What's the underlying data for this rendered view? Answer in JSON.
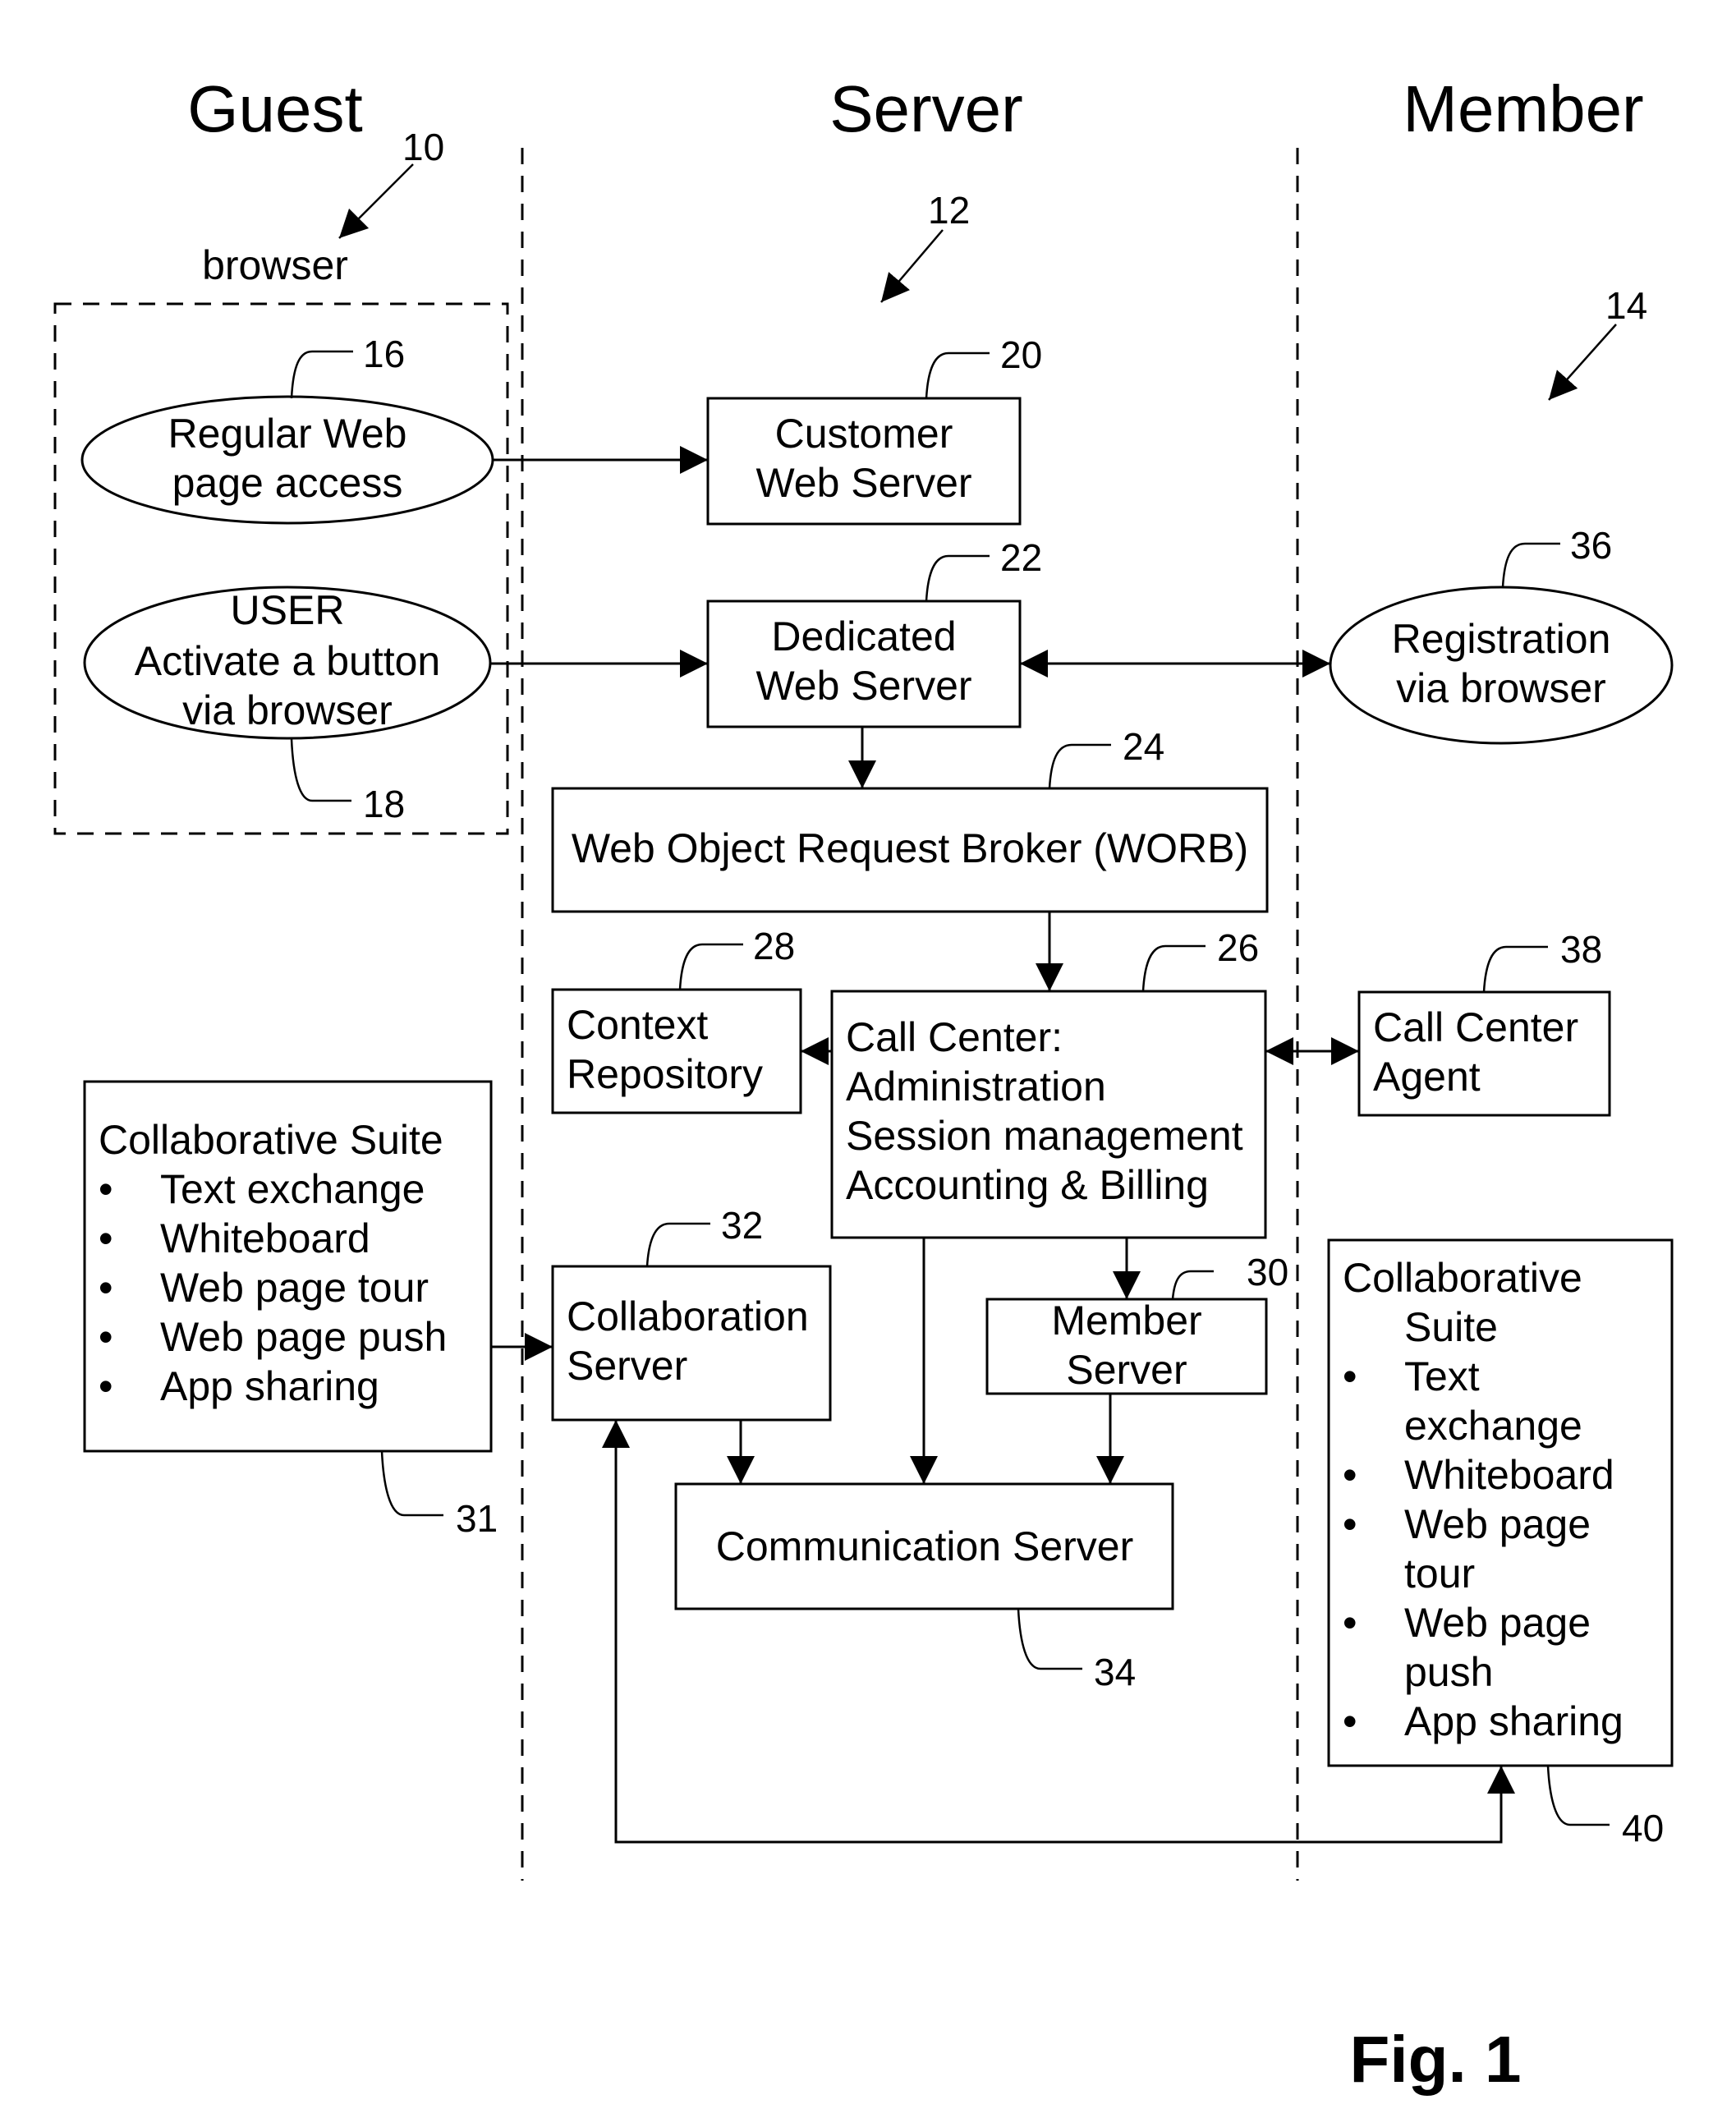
{
  "lanes": {
    "guest": "Guest",
    "server": "Server",
    "member": "Member"
  },
  "browser_label": "browser",
  "refs": {
    "r10": "10",
    "r12": "12",
    "r14": "14",
    "r16": "16",
    "r18": "18",
    "r20": "20",
    "r22": "22",
    "r24": "24",
    "r26": "26",
    "r28": "28",
    "r30": "30",
    "r31": "31",
    "r32": "32",
    "r34": "34",
    "r36": "36",
    "r38": "38",
    "r40": "40"
  },
  "nodes": {
    "regular_web": {
      "lines": [
        "Regular Web",
        "page access"
      ]
    },
    "user_button": {
      "lines": [
        "USER",
        "Activate a button",
        "via browser"
      ]
    },
    "customer_web_server": {
      "lines": [
        "Customer",
        "Web Server"
      ]
    },
    "dedicated_web_server": {
      "lines": [
        "Dedicated",
        "Web Server"
      ]
    },
    "registration": {
      "lines": [
        "Registration",
        "via browser"
      ]
    },
    "worb": {
      "text": "Web Object Request Broker (WORB)"
    },
    "context_repository": {
      "lines": [
        "Context",
        "Repository"
      ]
    },
    "call_center": {
      "lines": [
        "Call Center:",
        "Administration",
        "Session management",
        "Accounting & Billing"
      ]
    },
    "call_center_agent": {
      "lines": [
        "Call Center",
        "Agent"
      ]
    },
    "guest_suite": {
      "title": "Collaborative Suite",
      "items": [
        "Text exchange",
        "Whiteboard",
        "Web page tour",
        "Web page push",
        "App sharing"
      ]
    },
    "collaboration_server": {
      "lines": [
        "Collaboration",
        "Server"
      ]
    },
    "member_server": {
      "lines": [
        "Member",
        "Server"
      ]
    },
    "communication_server": {
      "text": "Communication Server"
    },
    "member_suite": {
      "title_lines": [
        "Collaborative",
        "Suite"
      ],
      "items": [
        [
          "Text",
          "exchange"
        ],
        [
          "Whiteboard"
        ],
        [
          "Web page",
          "tour"
        ],
        [
          "Web page",
          "push"
        ],
        [
          "App sharing"
        ]
      ]
    }
  },
  "bullet": "•",
  "figure_label": "Fig. 1"
}
